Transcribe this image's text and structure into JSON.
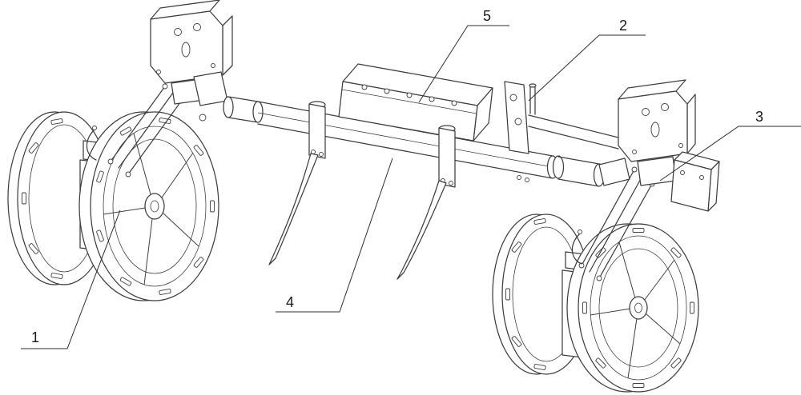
{
  "figure": {
    "callouts": [
      {
        "label": "1"
      },
      {
        "label": "2"
      },
      {
        "label": "3"
      },
      {
        "label": "4"
      },
      {
        "label": "5"
      }
    ]
  },
  "colors": {
    "line": "#3f3f3f",
    "leader": "#2e2e2e",
    "background": "#ffffff"
  }
}
